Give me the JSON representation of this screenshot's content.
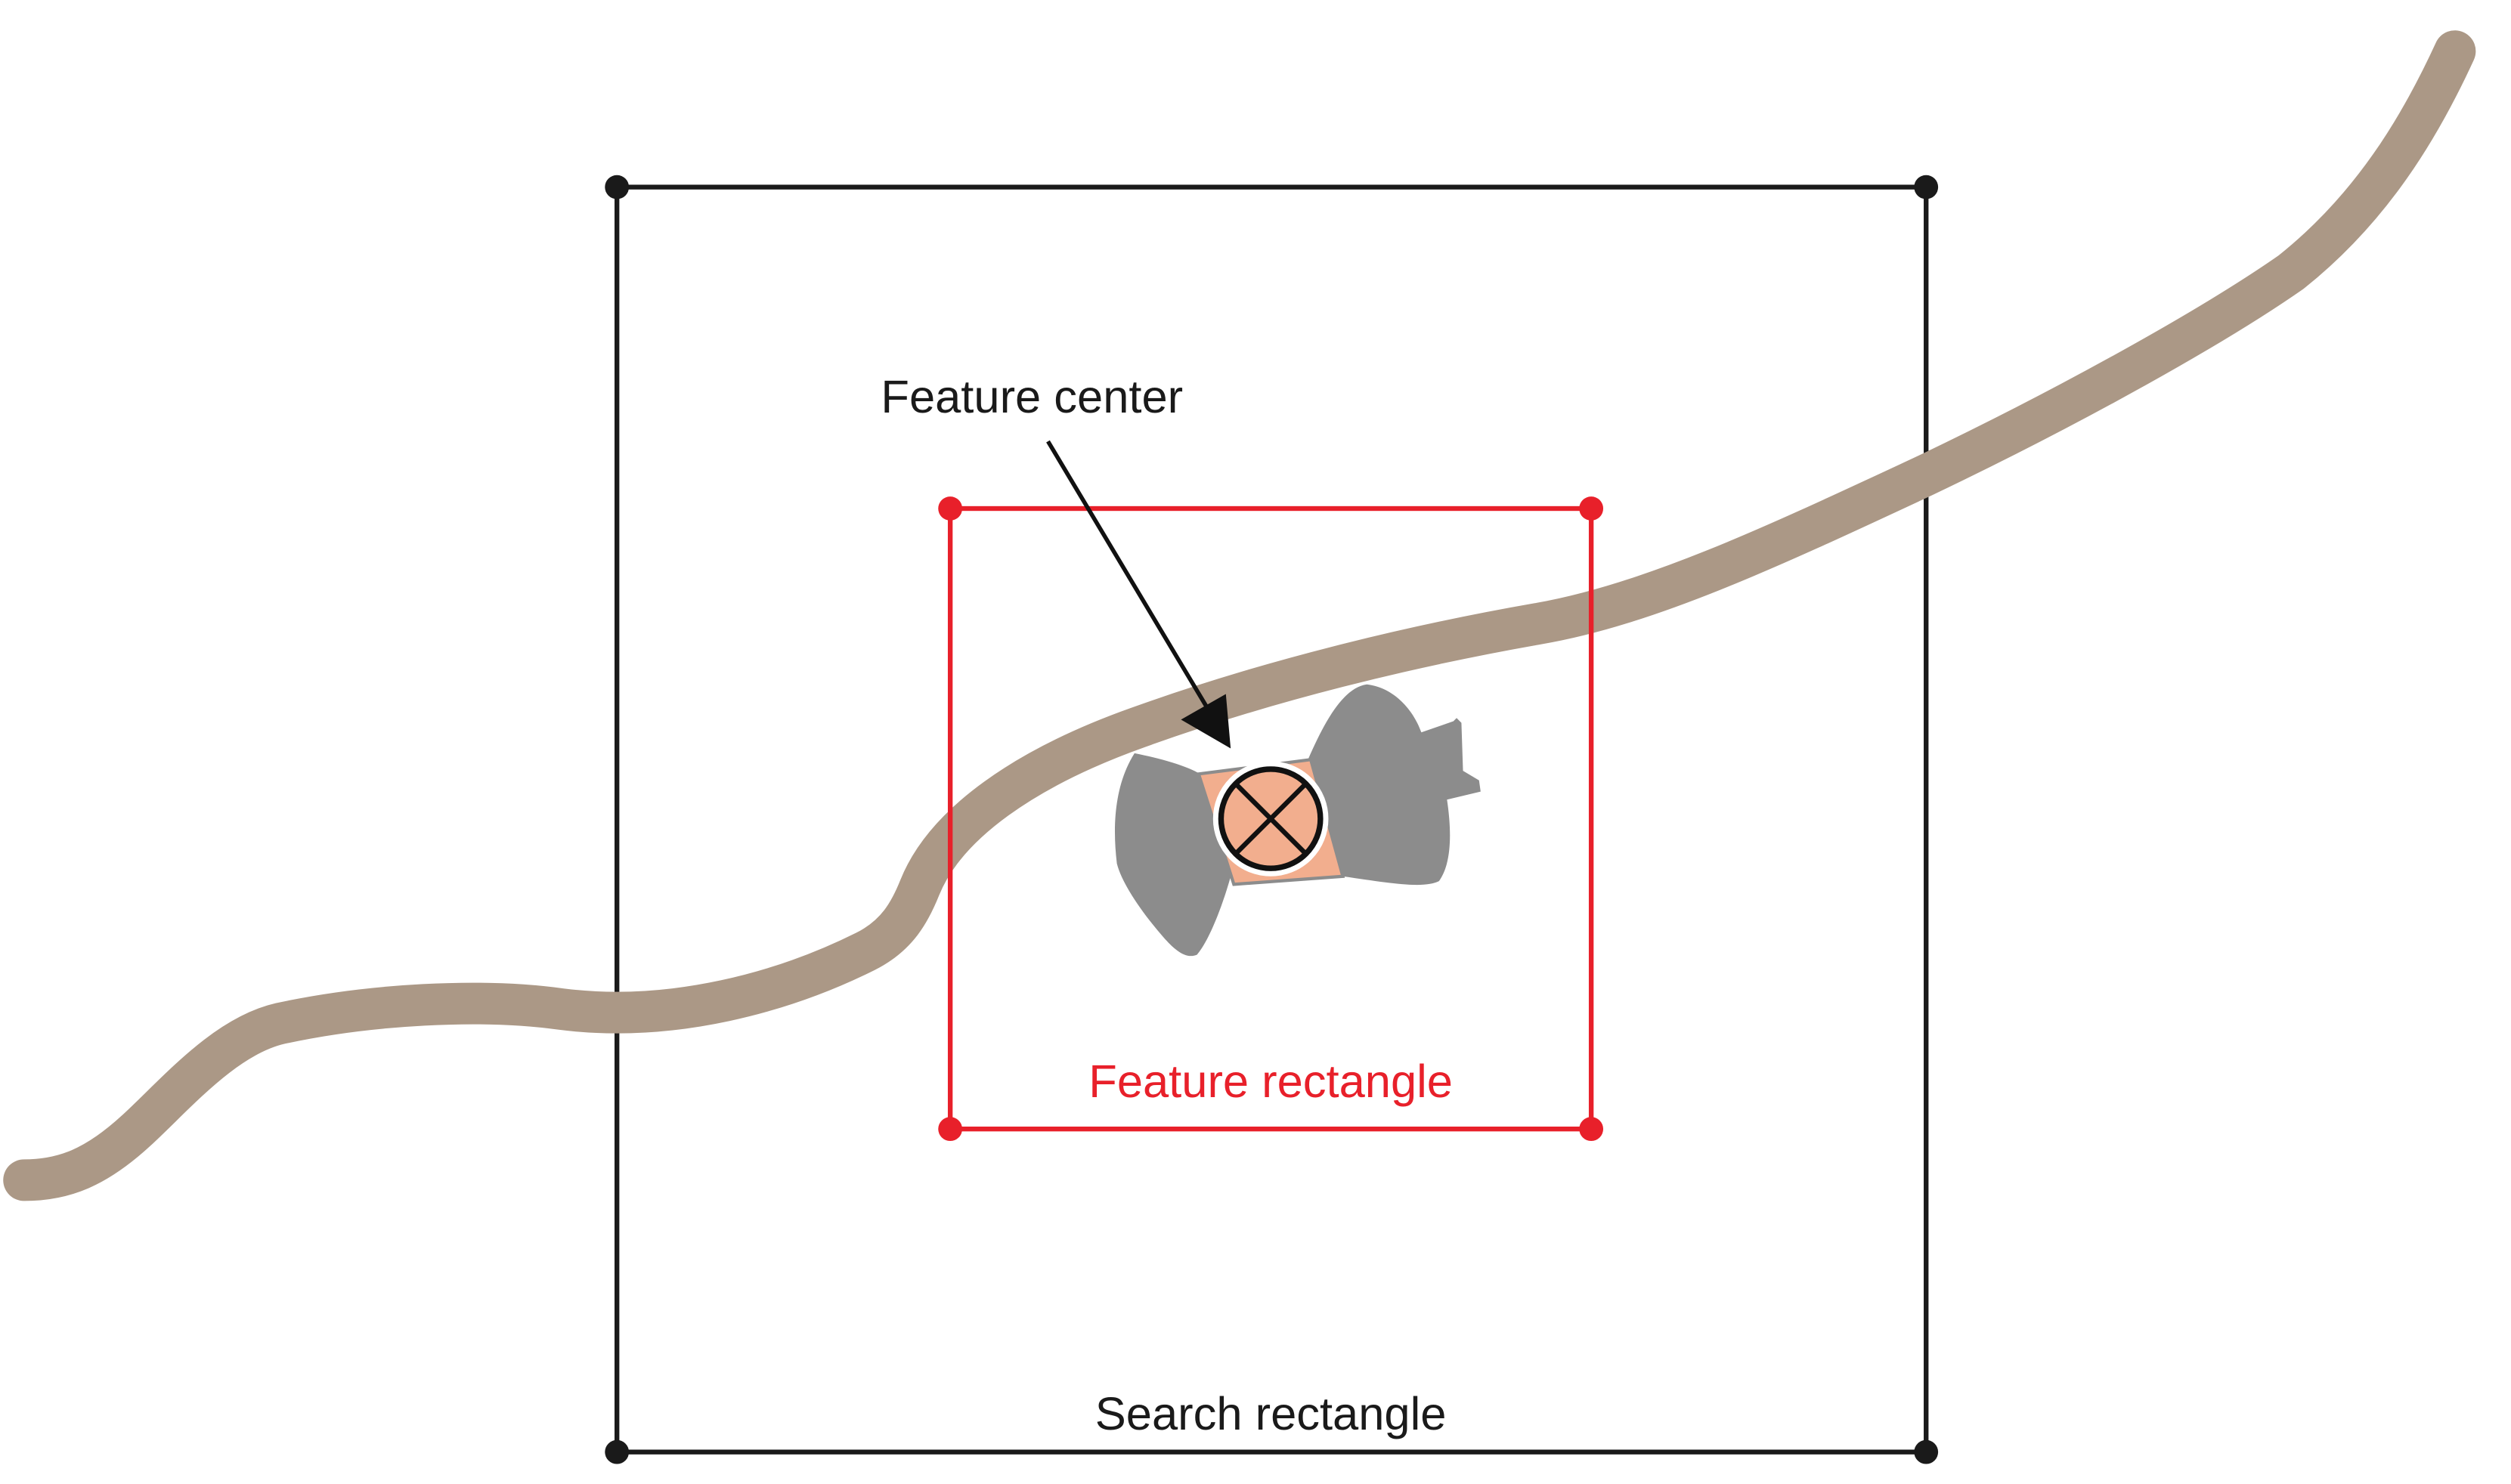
{
  "labels": {
    "feature_center": "Feature center",
    "feature_rectangle": "Feature rectangle",
    "search_rectangle": "Search rectangle"
  },
  "colors": {
    "background": "#ffffff",
    "search_rectangle": "#1a1a1a",
    "feature_rectangle": "#e8202a",
    "road": "#ab9886",
    "feature_shape": "#8c8c8c",
    "center_fill": "#f2ae8e",
    "arrow": "#111111"
  },
  "icons": {
    "center_marker": "circle-cross-icon",
    "corner_marker": "dot-icon"
  }
}
